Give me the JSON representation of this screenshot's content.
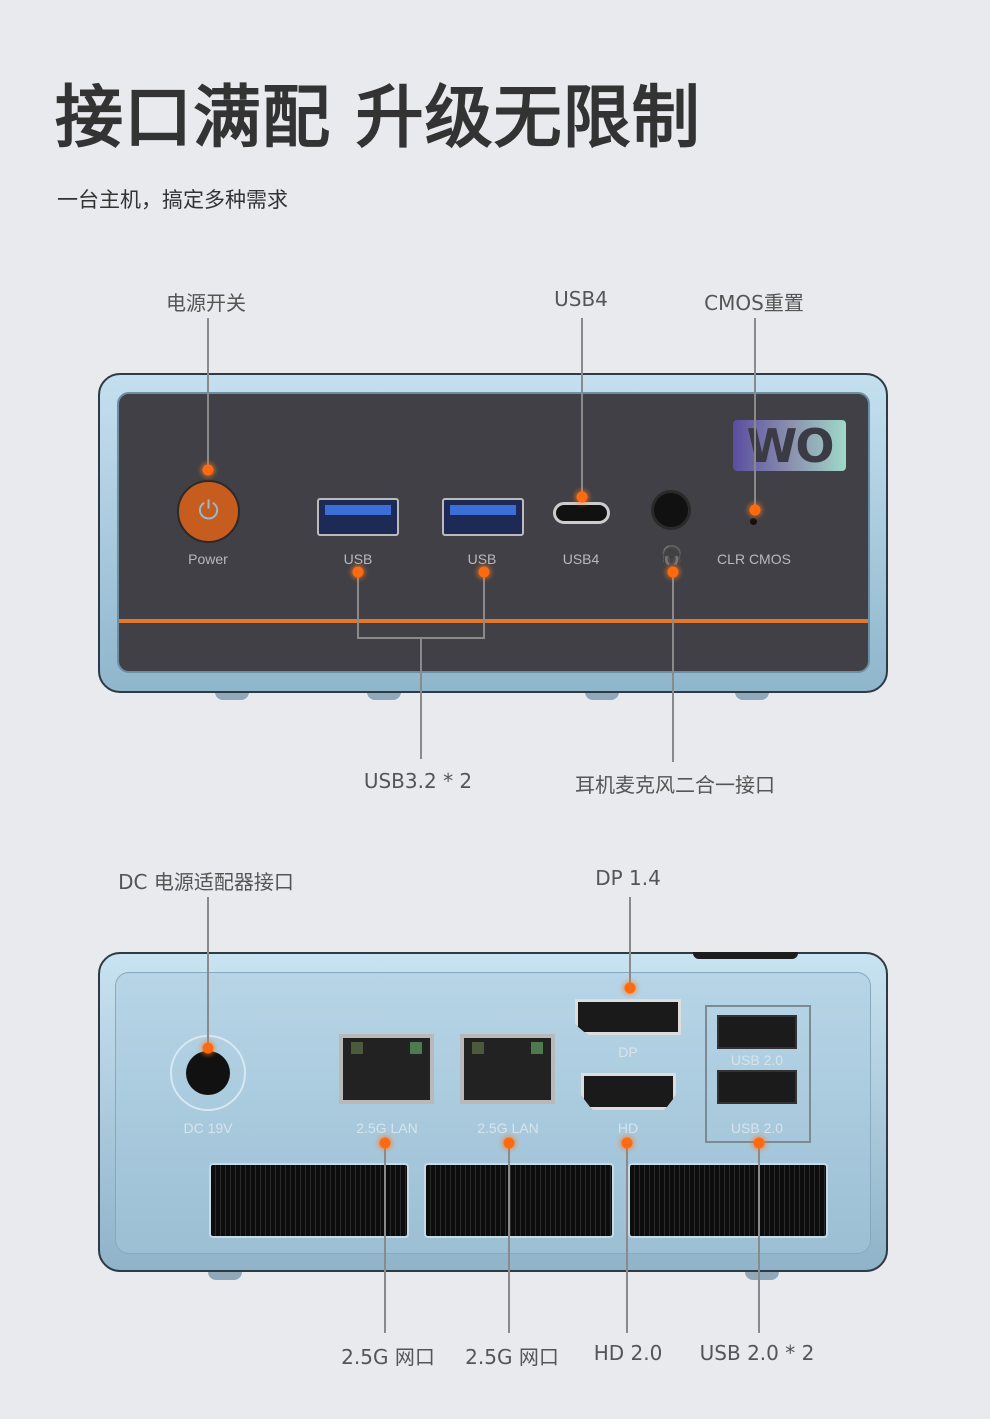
{
  "header": {
    "title": "接口满配 升级无限制",
    "subtitle": "一台主机，搞定多种需求"
  },
  "front": {
    "callouts": {
      "power": "电源开关",
      "usb4": "USB4",
      "cmos": "CMOS重置",
      "usb32": "USB3.2 * 2",
      "audio": "耳机麦克风二合一接口"
    },
    "port_labels": {
      "power": "Power",
      "usb1": "USB",
      "usb2": "USB",
      "usb4": "USB4",
      "cmos": "CLR CMOS"
    },
    "logo": "WO",
    "accent_color": "#e3772a"
  },
  "rear": {
    "callouts": {
      "dc": "DC 电源适配器接口",
      "dp": "DP 1.4",
      "lan1": "2.5G 网口",
      "lan2": "2.5G 网口",
      "hdmi": "HD 2.0",
      "usb2": "USB 2.0 * 2"
    },
    "port_labels": {
      "dc": "DC 19V",
      "lan1": "2.5G LAN",
      "lan2": "2.5G LAN",
      "dp": "DP",
      "hdmi": "HD",
      "usb_top": "USB 2.0",
      "usb_bottom": "USB 2.0"
    }
  },
  "colors": {
    "background": "#e9eaee",
    "marker": "#ff6a10"
  }
}
